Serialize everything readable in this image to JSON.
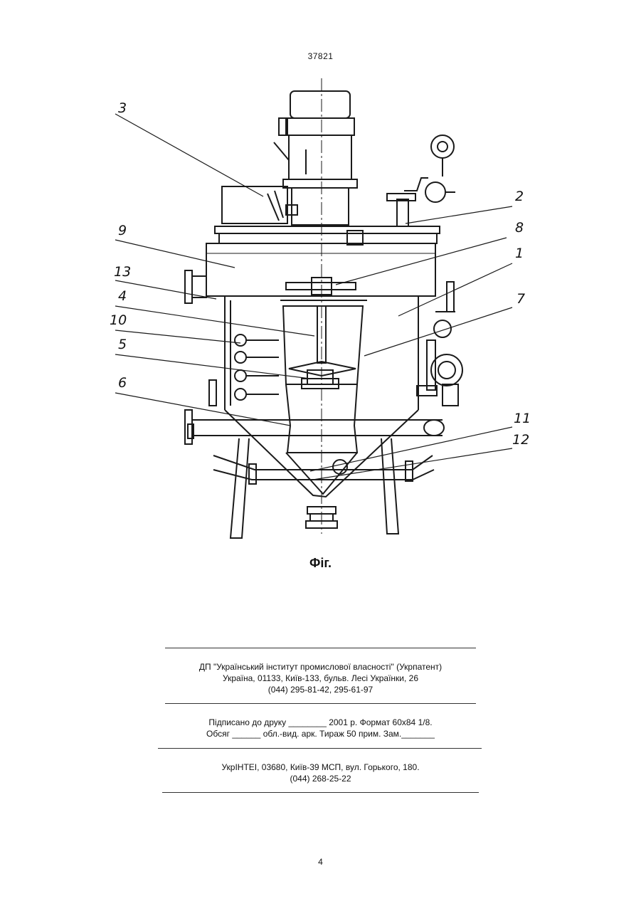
{
  "header": {
    "patent_number": "37821"
  },
  "figure": {
    "callouts": [
      "1",
      "2",
      "3",
      "4",
      "5",
      "6",
      "7",
      "8",
      "9",
      "10",
      "11",
      "12",
      "13"
    ],
    "caption": "Фіг."
  },
  "imprint": {
    "publisher": {
      "line1": "ДП \"Український інститут промислової власності\" (Укрпатент)",
      "line2": "Україна, 01133, Київ-133, бульв. Лесі Українки, 26",
      "line3": "(044) 295-81-42, 295-61-97"
    },
    "print_info": {
      "line1": "Підписано до друку ________ 2001 р.   Формат 60х84 1/8.",
      "line2": "Обсяг ______ обл.-вид. арк.  Тираж 50 прим.   Зам._______"
    },
    "printer": {
      "line1": "УкрІНТЕІ, 03680, Київ-39 МСП, вул. Горького, 180.",
      "line2": "(044) 268-25-22"
    }
  },
  "footer": {
    "page_number": "4"
  }
}
